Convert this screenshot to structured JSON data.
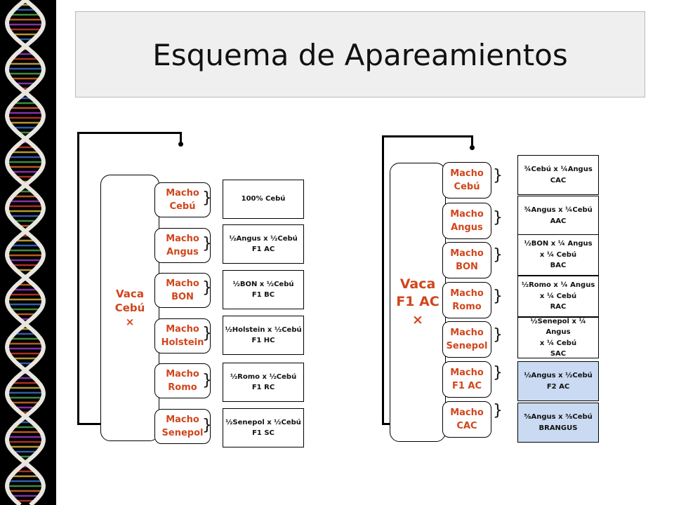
{
  "title": "Esquema de Apareamientos",
  "colors": {
    "accent": "#d0461c",
    "highlight": "#c9daf2",
    "title_bg": "#efefef"
  },
  "left": {
    "cow": "Vaca\nCebú\n×",
    "males": [
      "Macho\nCebú",
      "Macho\nAngus",
      "Macho\nBON",
      "Macho\nHolstein",
      "Macho\nRomo",
      "Macho\nSenepol"
    ],
    "results": [
      "100% Cebú",
      "½Angus x ½Cebú\nF1 AC",
      "½BON x ½Cebú\nF1 BC",
      "½Holstein x ½Cebú\nF1 HC",
      "½Romo x ½Cebú\nF1 RC",
      "½Senepol x ½Cebú\nF1 SC"
    ]
  },
  "right": {
    "cow": "Vaca\nF1 AC\n×",
    "males": [
      "Macho\nCebú",
      "Macho\nAngus",
      "Macho\nBON",
      "Macho\nRomo",
      "Macho\nSenepol",
      "Macho\nF1 AC",
      "Macho\nCAC"
    ],
    "results": [
      "¾Cebú x ¼Angus\nCAC",
      "¾Angus x ¼Cebú\nAAC",
      "½BON x ¼ Angus\nx ¼ Cebú\nBAC",
      "½Romo x ¼ Angus\nx ¼ Cebú\nRAC",
      "½Senepol x ¼ Angus\nx ¼ Cebú\nSAC",
      "½Angus x ½Cebú\nF2 AC",
      "⅝Angus x ⅜Cebú\nBRANGUS"
    ],
    "highlighted": [
      5,
      6
    ]
  },
  "brace_symbol": "}"
}
